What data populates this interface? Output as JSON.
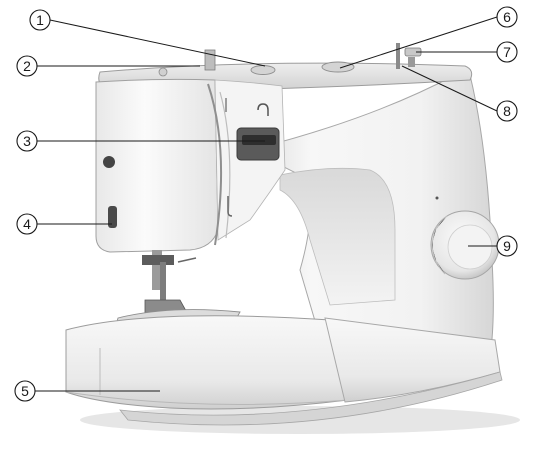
{
  "callouts": [
    {
      "id": "1",
      "label": "1"
    },
    {
      "id": "2",
      "label": "2"
    },
    {
      "id": "3",
      "label": "3"
    },
    {
      "id": "4",
      "label": "4"
    },
    {
      "id": "5",
      "label": "5"
    },
    {
      "id": "6",
      "label": "6"
    },
    {
      "id": "7",
      "label": "7"
    },
    {
      "id": "8",
      "label": "8"
    },
    {
      "id": "9",
      "label": "9"
    }
  ],
  "colors": {
    "body_light": "#f6f6f6",
    "body_mid": "#e2e2e2",
    "body_shadow": "#c9c9c9",
    "outline": "#9a9a9a",
    "dark_part": "#3b3b3b",
    "callout_ink": "#1a1a1a"
  },
  "icons": {
    "machine": "sewing-machine-illustration",
    "handwheel": "handwheel-icon",
    "spool_pin": "spool-pin-icon",
    "bobbin_winder": "bobbin-winder-icon",
    "thread_take_up": "thread-take-up-lever-icon",
    "stitch_selector": "stitch-selector-icon",
    "reverse_lever": "reverse-lever-icon",
    "extension_table": "extension-table-icon",
    "presser_foot": "presser-foot-icon"
  }
}
